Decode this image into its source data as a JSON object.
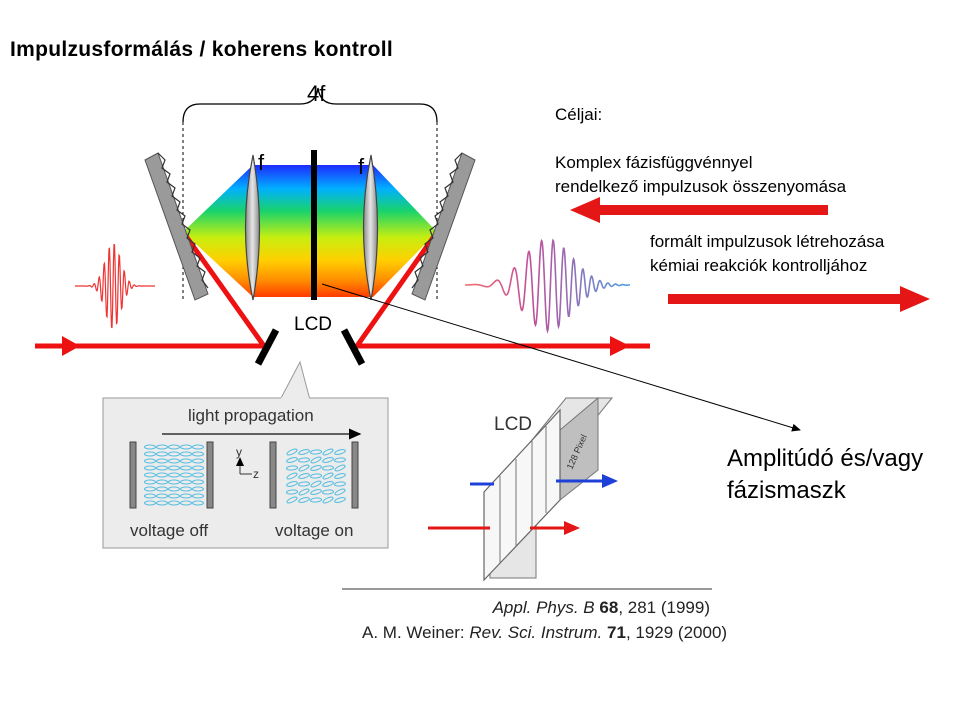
{
  "title": "Impulzusformálás / koherens kontroll",
  "labels": {
    "four_f": "4f",
    "f_left": "f",
    "f_right": "f",
    "lcd": "LCD"
  },
  "goals": {
    "heading": "Céljai:",
    "line1": "Komplex fázisfüggvénnyel",
    "line2": "rendelkező impulzusok összenyomása",
    "line3": "formált impulzusok létrehozása",
    "line4": "kémiai reakciók kontrolljához"
  },
  "mask_label": {
    "line1": "Amplitúdó és/vagy",
    "line2": "fázismaszk"
  },
  "inset": {
    "propagation": "light propagation",
    "axis_y": "y",
    "axis_z": "z",
    "voltage_off": "voltage off",
    "voltage_on": "voltage on"
  },
  "lcd_device": {
    "label": "LCD",
    "pixels": "128 Pixel"
  },
  "reference": {
    "line1_journal": "Appl. Phys. B",
    "line1_volume": "68",
    "line1_rest": ", 281 (1999)",
    "line2_author": "A. M. Weiner:",
    "line2_journal": "Rev. Sci. Instrum.",
    "line2_volume": "71",
    "line2_rest": ", 1929 (2000)"
  },
  "colors": {
    "beam_red": "#ee1111",
    "arrow_red": "#e51616",
    "inset_bg": "#ececec",
    "inset_border": "#9a9a9a",
    "lc_blue": "#5bbfe0",
    "out_blue": "#1e3fd8"
  }
}
